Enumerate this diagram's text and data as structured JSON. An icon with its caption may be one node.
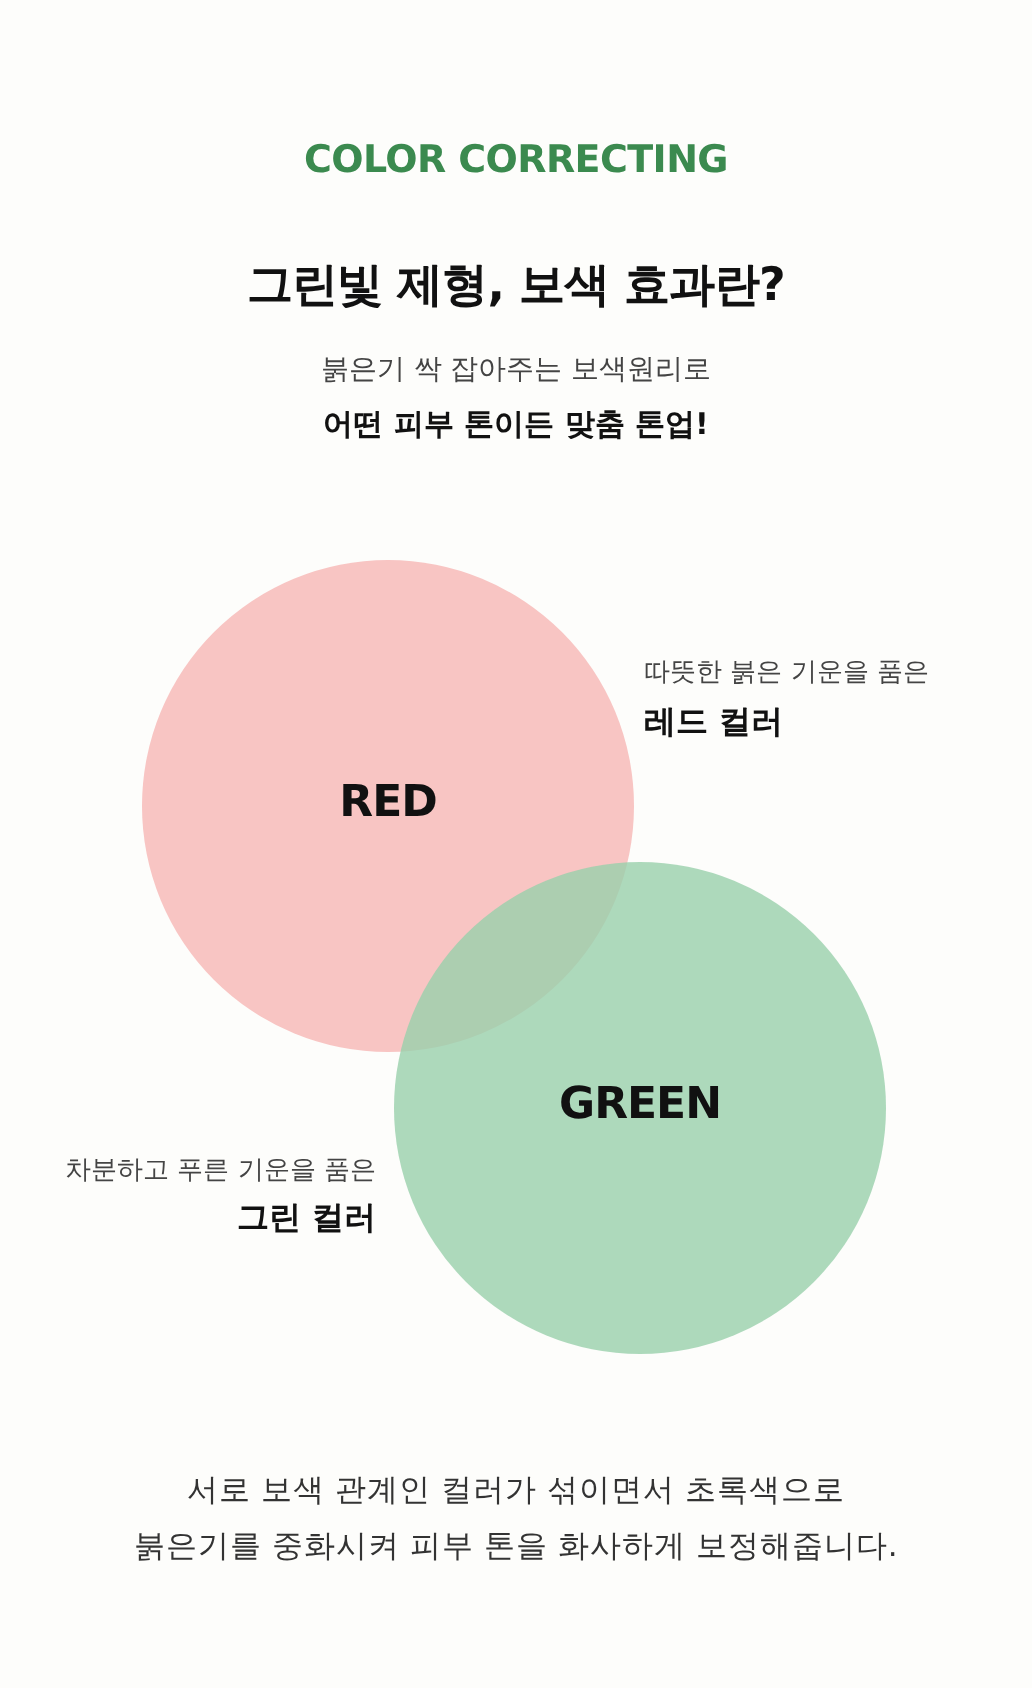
{
  "diagram": {
    "title": "그린빛 제형, 보색 효과란?",
    "nodes": [
      {
        "text": [
          "RED"
        ],
        "beside": [
          "따뜻한 붉은 기운을 품은",
          "레드 컬러"
        ]
      },
      {
        "text": [
          "GREEN"
        ],
        "beside": [
          "차분하고 푸른 기운을 품은",
          "그린 컬러"
        ]
      }
    ],
    "labels": [
      "COLOR CORRECTING",
      "붉은기 싹 잡아주는 보색원리로",
      "어떤 피부 톤이든 맞춤 톤업!",
      "서로 보색 관계인 컬러가 섞이면서 초록색으로 붉은기를 중화시켜 피부 톤을 화사하게 보정해줍니다."
    ]
  }
}
